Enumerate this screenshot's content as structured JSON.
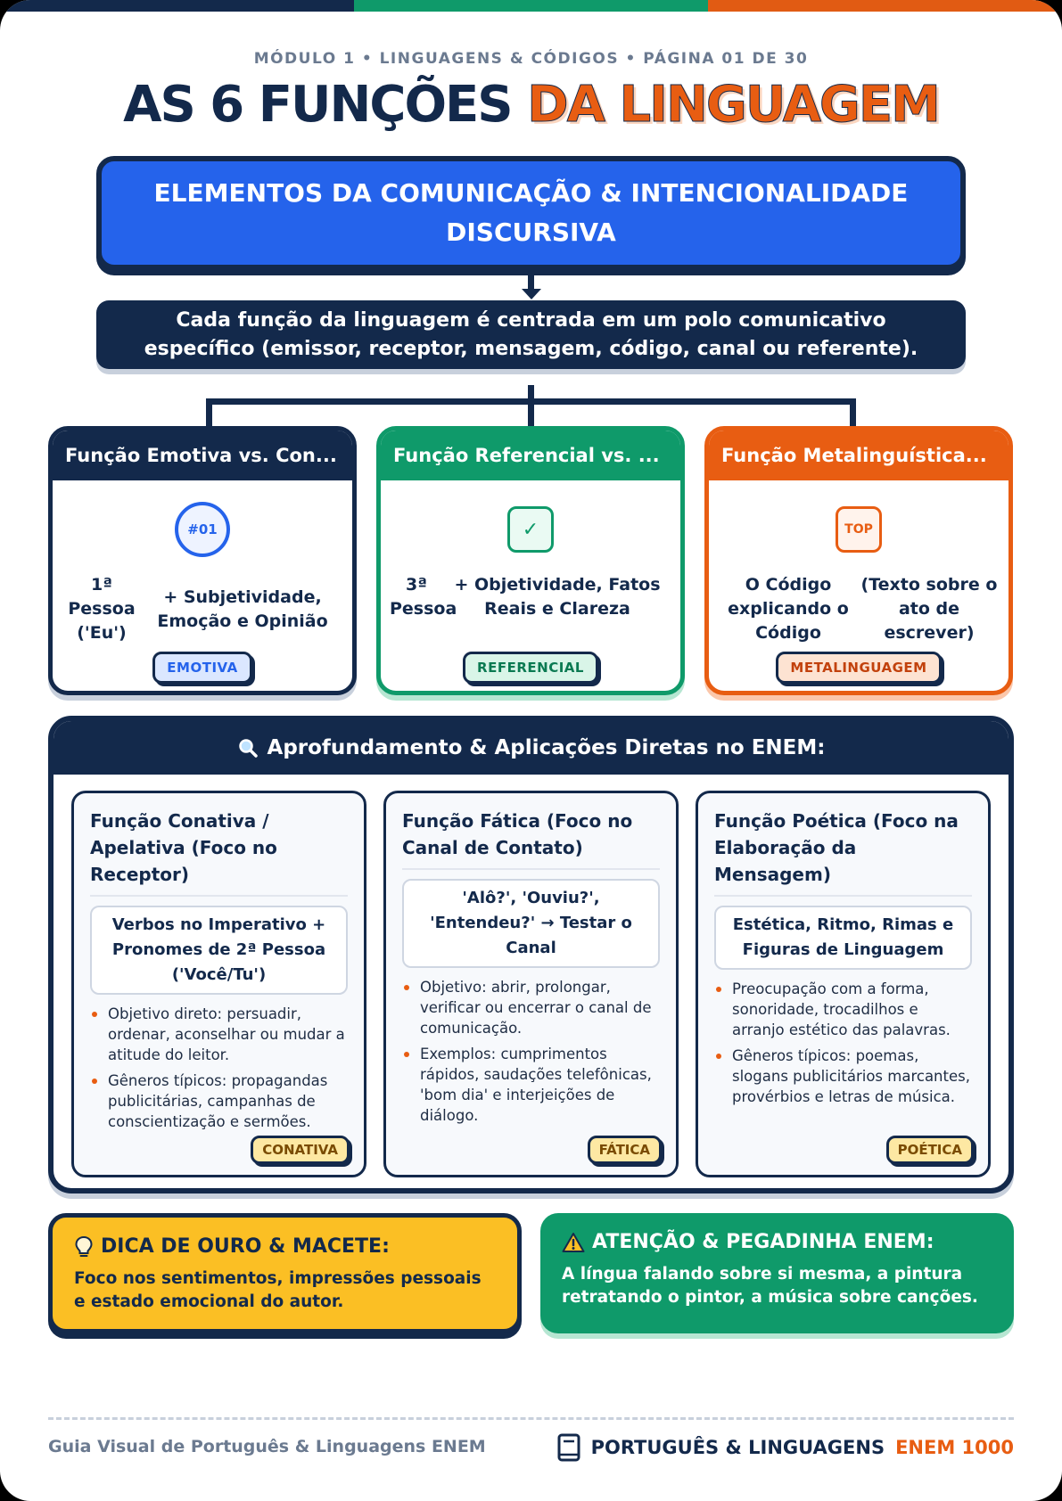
{
  "header": {
    "kicker": "MÓDULO 1 • LINGUAGENS & CÓDIGOS • PÁGINA 01 DE 30",
    "title_main": "AS 6 FUNÇÕES",
    "title_accent": "DA LINGUAGEM"
  },
  "hero": {
    "title": "ELEMENTOS DA COMUNICAÇÃO & INTENCIONALIDADE DISCURSIVA",
    "description": "Cada função da linguagem é centrada em um polo comunicativo específico (emissor, receptor, mensagem, código, canal ou referente)."
  },
  "function_cards": [
    {
      "title": "Função Emotiva vs. Con...",
      "badge": "#01",
      "col_a": "1ª Pessoa ('Eu')",
      "col_b": "+ Subjetividade, Emoção e Opinião",
      "tag": "EMOTIVA",
      "tag_bg": "#dbe7ff",
      "tag_color": "#2563eb"
    },
    {
      "title": "Função Referencial vs. ...",
      "badge": "✓",
      "col_a": "3ª Pessoa",
      "col_b": "+ Objetividade, Fatos Reais e Clareza",
      "tag": "REFERENCIAL",
      "tag_bg": "#d9f5e8",
      "tag_color": "#0b7a52"
    },
    {
      "title": "Função Metalinguística...",
      "badge": "TOP",
      "col_a": "O Código explicando o Código",
      "col_b": "(Texto sobre o ato de escrever)",
      "tag": "METALINGUAGEM",
      "tag_bg": "#fde3d2",
      "tag_color": "#c2410c"
    }
  ],
  "deep_dive": {
    "title": "Aprofundamento & Aplicações Diretas no ENEM:",
    "icon": "magnifier-icon",
    "columns": [
      {
        "title": "Função Conativa / Apelativa (Foco no Receptor)",
        "highlight": "Verbos no Imperativo + Pronomes de 2ª Pessoa ('Você/Tu')",
        "bullets": [
          "Objetivo direto: persuadir, ordenar, aconselhar ou mudar a atitude do leitor.",
          "Gêneros típicos: propagandas publicitárias, campanhas de conscientização e sermões."
        ],
        "tag": "CONATIVA"
      },
      {
        "title": "Função Fática (Foco no Canal de Contato)",
        "highlight": "'Alô?', 'Ouviu?', 'Entendeu?' → Testar o Canal",
        "bullets": [
          "Objetivo: abrir, prolongar, verificar ou encerrar o canal de comunicação.",
          "Exemplos: cumprimentos rápidos, saudações telefônicas, 'bom dia' e interjeições de diálogo."
        ],
        "tag": "FÁTICA"
      },
      {
        "title": "Função Poética (Foco na Elaboração da Mensagem)",
        "highlight": "Estética, Ritmo, Rimas e Figuras de Linguagem",
        "bullets": [
          "Preocupação com a forma, sonoridade, trocadilhos e arranjo estético das palavras.",
          "Gêneros típicos: poemas, slogans publicitários marcantes, provérbios e letras de música."
        ],
        "tag": "POÉTICA"
      }
    ]
  },
  "tips": {
    "gold": {
      "title": "DICA DE OURO & MACETE:",
      "text": "Foco nos sentimentos, impressões pessoais e estado emocional do autor."
    },
    "warning": {
      "title": "ATENÇÃO & PEGADINHA ENEM:",
      "text": "A língua falando sobre si mesma, a pintura retratando o pintor, a música sobre canções."
    }
  },
  "footer": {
    "left": "Guia Visual de Português & Linguagens ENEM",
    "brand": "PORTUGUÊS & LINGUAGENS",
    "brand_accent": "ENEM 1000"
  },
  "colors": {
    "navy": "#13294b",
    "blue": "#2563eb",
    "green": "#0f9a6a",
    "orange": "#e85d12",
    "yellow": "#fbbf24"
  }
}
